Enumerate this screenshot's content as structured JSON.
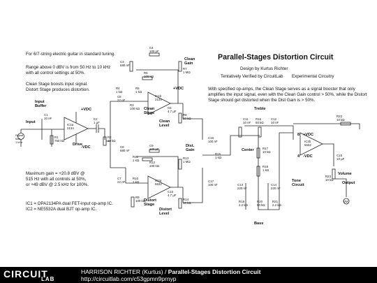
{
  "header": {
    "title": "Parallel-Stages Distortion Circuit",
    "design_by": "Design by Kurtus Richter",
    "verified": "Tentatively Verified by CircuitLab",
    "category": "Experimental Circuitry"
  },
  "notes": {
    "guitar": "For 6/7-string electric guitar in standard tuning.",
    "range": "Range above 0 dBV is from 50 Hz to 10 kHz\nwith all control settings at 50%.",
    "stages": "Clean Stage boosts input signal.\nDistort Stage produces distortion.",
    "gain": "Maximum gain = +20.8 dBV @\n515 Hz with all controls at 50%,\nor +49 dBV @ 2.5 kHz for 100%.",
    "ics": "IC1 = OPA2134PA dual FET-input op-amp IC.\nIC2 = NE5532A dual BJT op-amp IC.",
    "description": "With specified op-amps, the Clean Stage serves as a signal booster that only amplifies the input signal, even with the Clean Gain control > 50%, while the Distort Stage should get distorted when the Dist Gain is > 50%."
  },
  "labels": {
    "input_buffer": "Input\nBuffer",
    "input": "Input",
    "signal_src": "Signal\nsine\n1 kHz",
    "drive": "Drive",
    "clean_gain": "Clean\nGain",
    "clean_stage": "Clean\nStage",
    "clean_level": "Clean\nLevel",
    "dist_gain": "Dist.\nGain",
    "distort_stage": "Distort\nStage",
    "distort_level": "Distort\nLevel",
    "treble": "Treble",
    "center": "Center",
    "bass": "Bass",
    "tone_circuit": "Tone\nCircuit",
    "volume": "Volume",
    "output": "Output",
    "pos_vdc": "+VDC",
    "neg_vdc": "-VDC",
    "pin8": "8",
    "pin4": "4"
  },
  "components": {
    "C1": "C1\n10 nF",
    "R1": "R1\n750 kΩ",
    "IC1a": "IC1a\n2134",
    "C2": "C2\n1 µF",
    "R2": "R2\n10 kΩ",
    "C3": "C3\n680 nF",
    "C4": "C4\n100 pF",
    "R3": "R3\n100 kΩ",
    "R4": "R4\n1 kΩ",
    "R5": "R5\n1 kΩ",
    "IC1b": "IC1b\n2134",
    "R6": "R6\n100 kΩ",
    "R7": "R7\n1 MΩ",
    "C5": "C5\n22 nF",
    "C6": "C6\n4.7 µF",
    "R8": "R8\n10 kΩ",
    "C8": "C8\n680 nF",
    "C9": "C9\n100 pF",
    "R11": "R11\n1 kΩ",
    "R12": "R12\n100 kΩ",
    "R13": "R13\n1 MΩ",
    "C7": "C7\n22 nF",
    "R10": "R10\n1 kΩ",
    "IC2a": "IC2a\n5532",
    "R9": "R9\n100 kΩ",
    "C10": "C10\n4.7 µF",
    "R14": "R14\n10 kΩ",
    "C16": "C16\n100 nF",
    "C17": "C17\n100 nF",
    "R15": "R15\n1 kΩ",
    "C11": "C11\n10 nF",
    "R16": "R16\n50 kΩ",
    "C12": "C12\n10 nF",
    "R17": "R17\n10 kΩ",
    "R18": "R18\n1 kΩ",
    "C13": "C13\n220 nF",
    "C14": "C14\n220 nF",
    "R19": "R19\n2.2 kΩ",
    "R20": "R20\n50 kΩ",
    "R21": "R21\n2.2 kΩ",
    "IC2b": "IC2b\n5532",
    "R22": "R22\n10 kΩ",
    "C15": "C15\n10 µF",
    "R23": "R23\n10 kΩ",
    "VM": "VM"
  },
  "footer": {
    "author": "HARRISON RICHTER (Kurtus) / ",
    "circuit_name": "Parallel-Stages Distortion Circuit",
    "url": "http://circuitlab.com/c53gpmn9prnyp",
    "logo_main": "CIRCUIT",
    "logo_sub": "LAB"
  }
}
